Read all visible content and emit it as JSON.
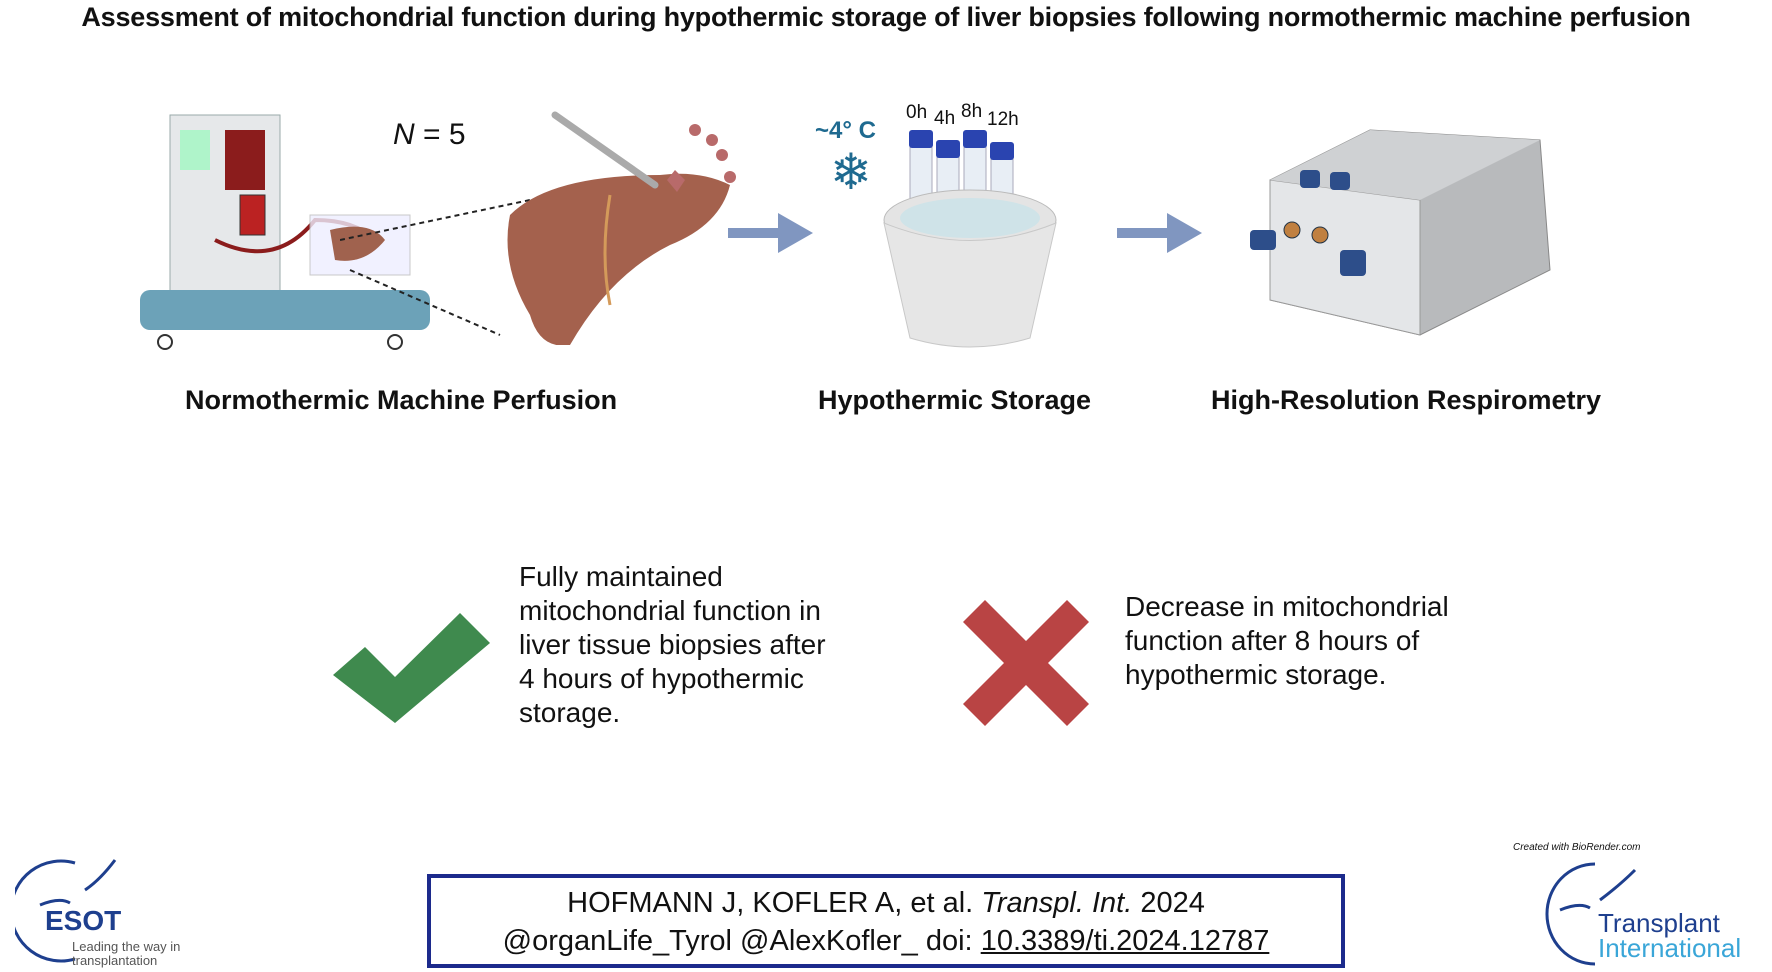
{
  "title": "Assessment of mitochondrial function during hypothermic storage of liver biopsies following normothermic machine perfusion",
  "n_label": {
    "n": "N",
    "rest": " = 5"
  },
  "temperature": "~4° C",
  "timepoints": [
    "0h",
    "4h",
    "8h",
    "12h"
  ],
  "steps": [
    "Normothermic Machine Perfusion",
    "Hypothermic Storage",
    "High-Resolution Respirometry"
  ],
  "results": {
    "positive": "Fully maintained mitochondrial function in liver tissue biopsies after 4 hours of hypothermic storage.",
    "negative": "Decrease in mitochondrial function after 8 hours of hypothermic storage."
  },
  "citation": {
    "authors": "HOFMANN J, KOFLER A, et al.",
    "journal": "Transpl. Int.",
    "year": "2024",
    "handles": "@organLife_Tyrol @AlexKofler_",
    "doi_label": "doi:",
    "doi": "10.3389/ti.2024.12787"
  },
  "logos": {
    "esot": "ESOT",
    "esot_tagline": "Leading the way in transplantation",
    "ti_line1": "Transplant",
    "ti_line2": "International",
    "biorender": "Created with BioRender.com"
  },
  "colors": {
    "check": "#3f8a4e",
    "cross": "#b94444",
    "arrow": "#8096c0",
    "navy": "#1c2a8c",
    "tube_cap": "#2a44b0"
  }
}
